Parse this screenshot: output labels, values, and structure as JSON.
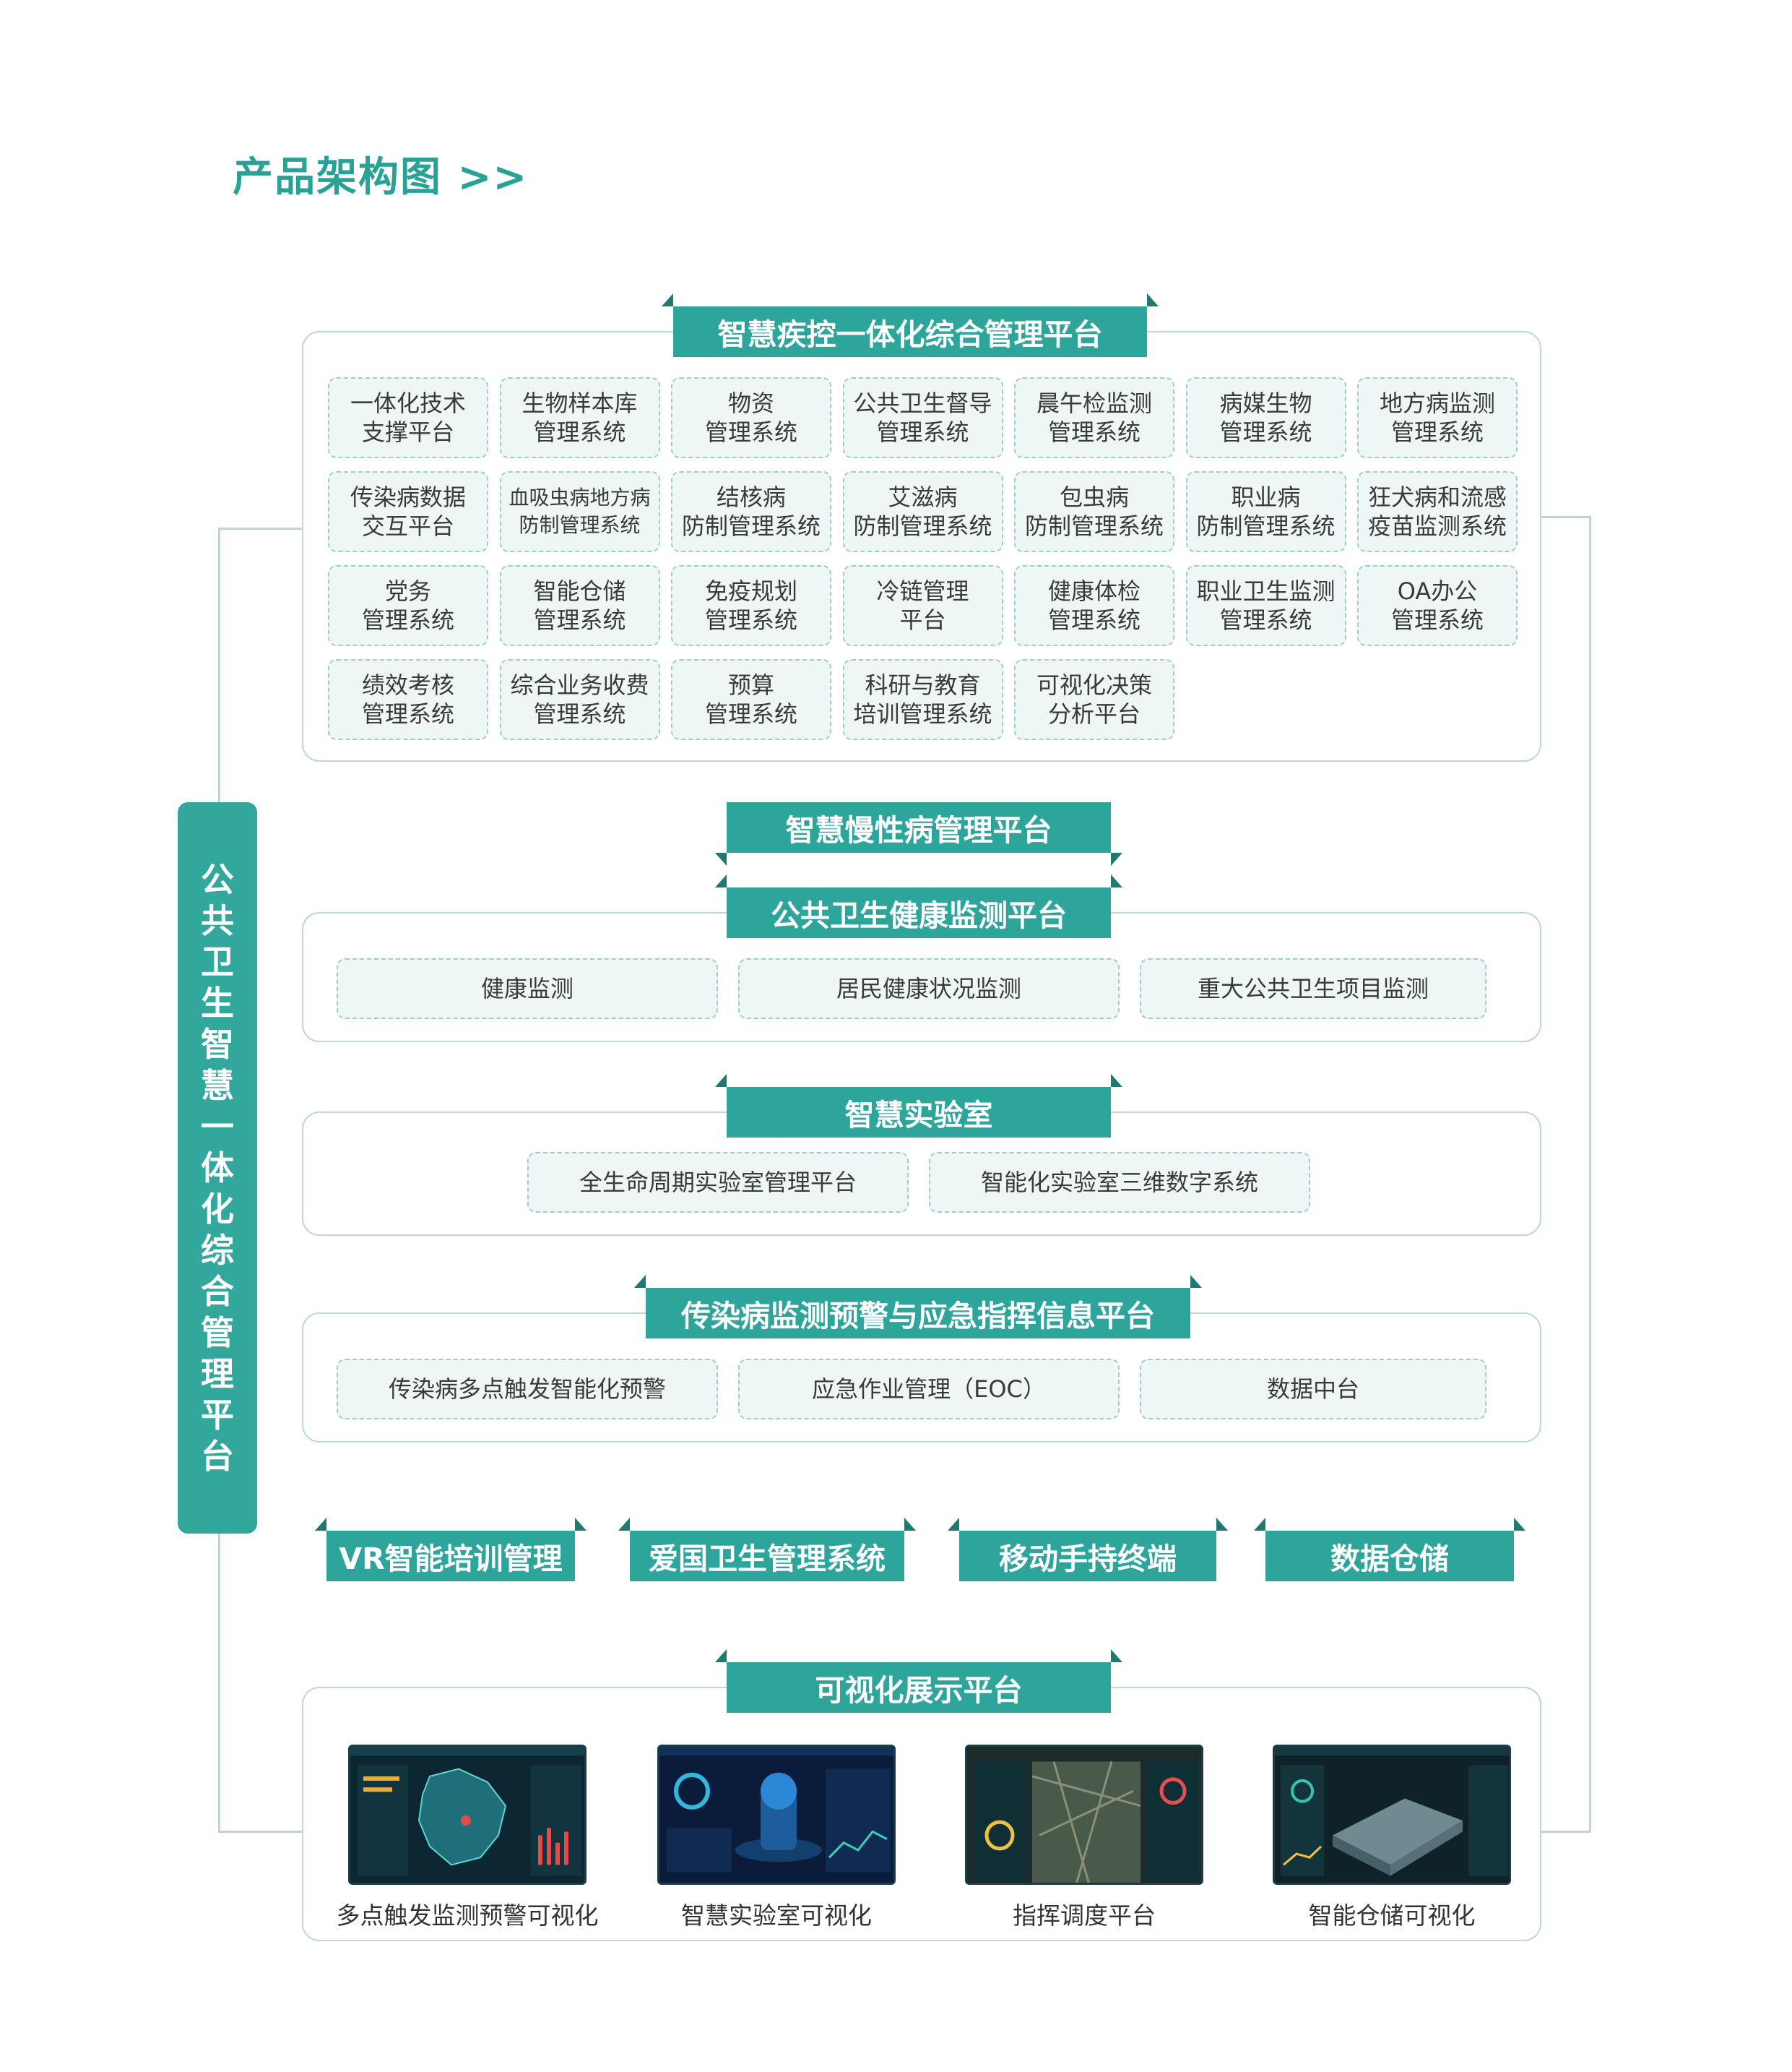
{
  "page_title": "产品架构图 >>",
  "side_label": "公共卫生智慧一体化综合管理平台",
  "cdc_platform": {
    "title": "智慧疾控一体化综合管理平台",
    "modules": [
      "一体化技术\n支撑平台",
      "生物样本库\n管理系统",
      "物资\n管理系统",
      "公共卫生督导\n管理系统",
      "晨午检监测\n管理系统",
      "病媒生物\n管理系统",
      "地方病监测\n管理系统",
      "传染病数据\n交互平台",
      "血吸虫病地方病\n防制管理系统",
      "结核病\n防制管理系统",
      "艾滋病\n防制管理系统",
      "包虫病\n防制管理系统",
      "职业病\n防制管理系统",
      "狂犬病和流感\n疫苗监测系统",
      "党务\n管理系统",
      "智能仓储\n管理系统",
      "免疫规划\n管理系统",
      "冷链管理\n平台",
      "健康体检\n管理系统",
      "职业卫生监测\n管理系统",
      "OA办公\n管理系统",
      "绩效考核\n管理系统",
      "综合业务收费\n管理系统",
      "预算\n管理系统",
      "科研与教育\n培训管理系统",
      "可视化决策\n分析平台"
    ]
  },
  "chronic_platform": {
    "title": "智慧慢性病管理平台"
  },
  "health_monitor": {
    "title": "公共卫生健康监测平台",
    "items": [
      "健康监测",
      "居民健康状况监测",
      "重大公共卫生项目监测"
    ]
  },
  "smart_lab": {
    "title": "智慧实验室",
    "items": [
      "全生命周期实验室管理平台",
      "智能化实验室三维数字系统"
    ]
  },
  "epidemic": {
    "title": "传染病监测预警与应急指挥信息平台",
    "items": [
      "传染病多点触发智能化预警",
      "应急作业管理（EOC）",
      "数据中台"
    ]
  },
  "tools": [
    "VR智能培训管理",
    "爱国卫生管理系统",
    "移动手持终端",
    "数据仓储"
  ],
  "visual": {
    "title": "可视化展示平台",
    "items": [
      "多点触发监测预警可视化",
      "智慧实验室可视化",
      "指挥调度平台",
      "智能仓储可视化"
    ]
  },
  "colors": {
    "accent": "#2ea59a",
    "accent_dark": "#1e7a71",
    "cell_bg": "#eef7f6",
    "cell_border": "#9ccfc8",
    "panel_border": "#bcd9d5",
    "title": "#28a197"
  }
}
